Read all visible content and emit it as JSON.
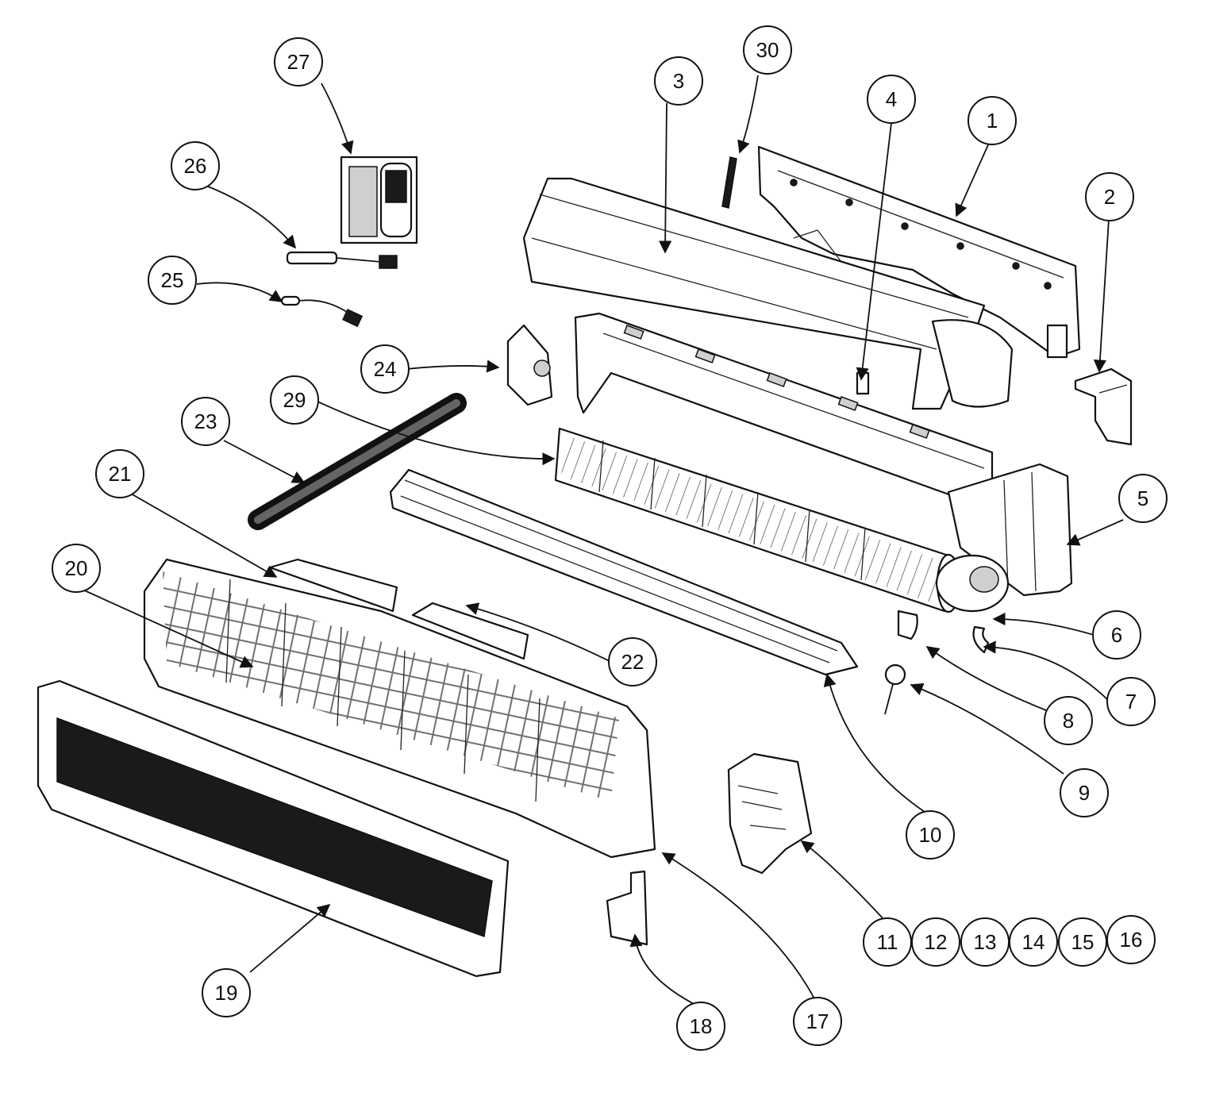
{
  "callouts": [
    "1",
    "2",
    "3",
    "4",
    "5",
    "6",
    "7",
    "8",
    "9",
    "10",
    "11",
    "12",
    "13",
    "14",
    "15",
    "16",
    "17",
    "18",
    "19",
    "20",
    "21",
    "22",
    "23",
    "24",
    "25",
    "26",
    "27",
    "29",
    "30"
  ]
}
